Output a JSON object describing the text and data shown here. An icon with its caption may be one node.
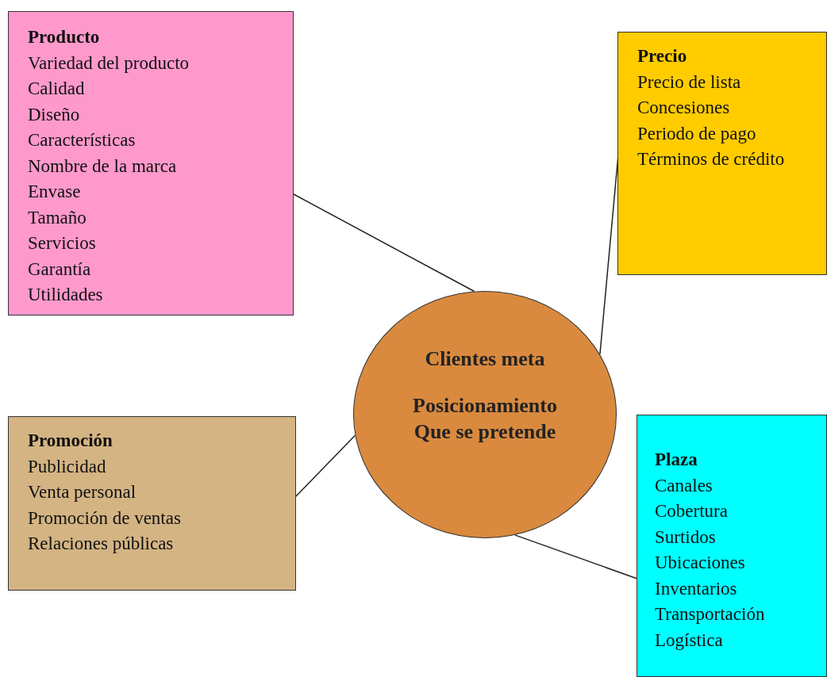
{
  "diagram": {
    "nodes": [
      {
        "text": [
          "Producto",
          "Variedad del producto",
          "Calidad",
          "Diseño",
          "Características",
          "Nombre de la marca",
          "Envase",
          "Tamaño",
          "Servicios",
          "Garantía",
          "Utilidades"
        ]
      },
      {
        "text": [
          "Precio",
          "Precio de lista",
          "Concesiones",
          "Periodo de pago",
          "Términos de crédito"
        ]
      },
      {
        "text": [
          "Clientes meta",
          "Posicionamiento Que se pretende"
        ]
      },
      {
        "text": [
          "Promoción",
          "Publicidad",
          "Venta personal",
          "Promoción de ventas",
          "Relaciones públicas"
        ]
      },
      {
        "text": [
          "Plaza",
          "Canales",
          "Cobertura",
          "Surtidos",
          "Ubicaciones",
          "Inventarios",
          "Transportación",
          "Logística"
        ]
      }
    ],
    "edges": [
      {
        "from": 0,
        "to": 2,
        "arrow": "none"
      },
      {
        "from": 1,
        "to": 2,
        "arrow": "none"
      },
      {
        "from": 3,
        "to": 2,
        "arrow": "none"
      },
      {
        "from": 4,
        "to": 2,
        "arrow": "none"
      }
    ]
  }
}
